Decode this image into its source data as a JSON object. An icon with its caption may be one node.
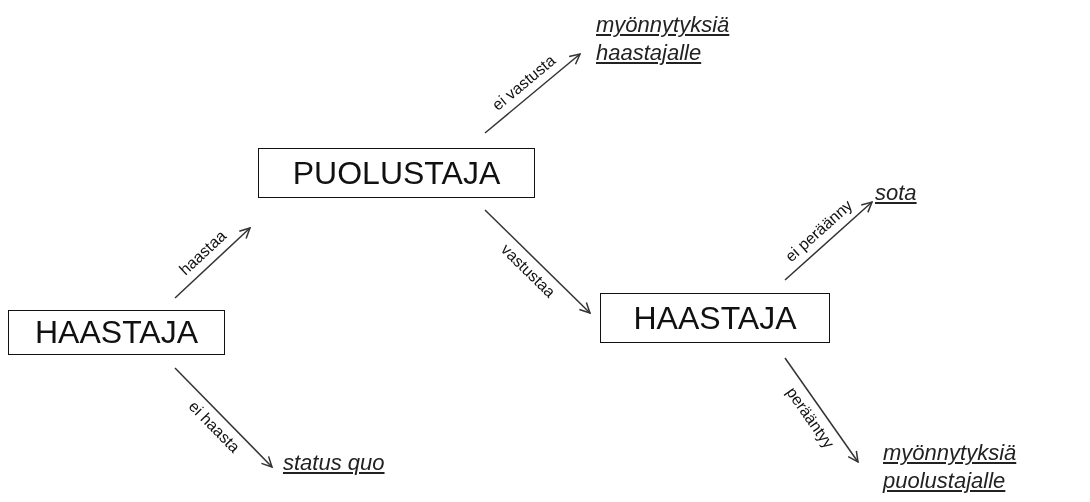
{
  "diagram": {
    "nodes": [
      {
        "text": [
          "HAASTAJA"
        ]
      },
      {
        "text": [
          "PUOLUSTAJA"
        ]
      },
      {
        "text": [
          "HAASTAJA"
        ]
      },
      {
        "text": [
          "myönnytyksiä haastajalle"
        ]
      },
      {
        "text": [
          "sota"
        ]
      },
      {
        "text": [
          "status quo"
        ]
      },
      {
        "text": [
          "myönnytyksiä puolustajalle"
        ]
      }
    ],
    "edges": [
      {
        "from": 0,
        "to": 1,
        "arrow": "to",
        "label": "haastaa"
      },
      {
        "from": 0,
        "to": 5,
        "arrow": "to",
        "label": "ei haasta"
      },
      {
        "from": 1,
        "to": 3,
        "arrow": "to",
        "label": "ei vastusta"
      },
      {
        "from": 1,
        "to": 2,
        "arrow": "to",
        "label": "vastustaa"
      },
      {
        "from": 2,
        "to": 4,
        "arrow": "to",
        "label": "ei peräänny"
      },
      {
        "from": 2,
        "to": 6,
        "arrow": "to",
        "label": "perääntyy"
      }
    ]
  }
}
